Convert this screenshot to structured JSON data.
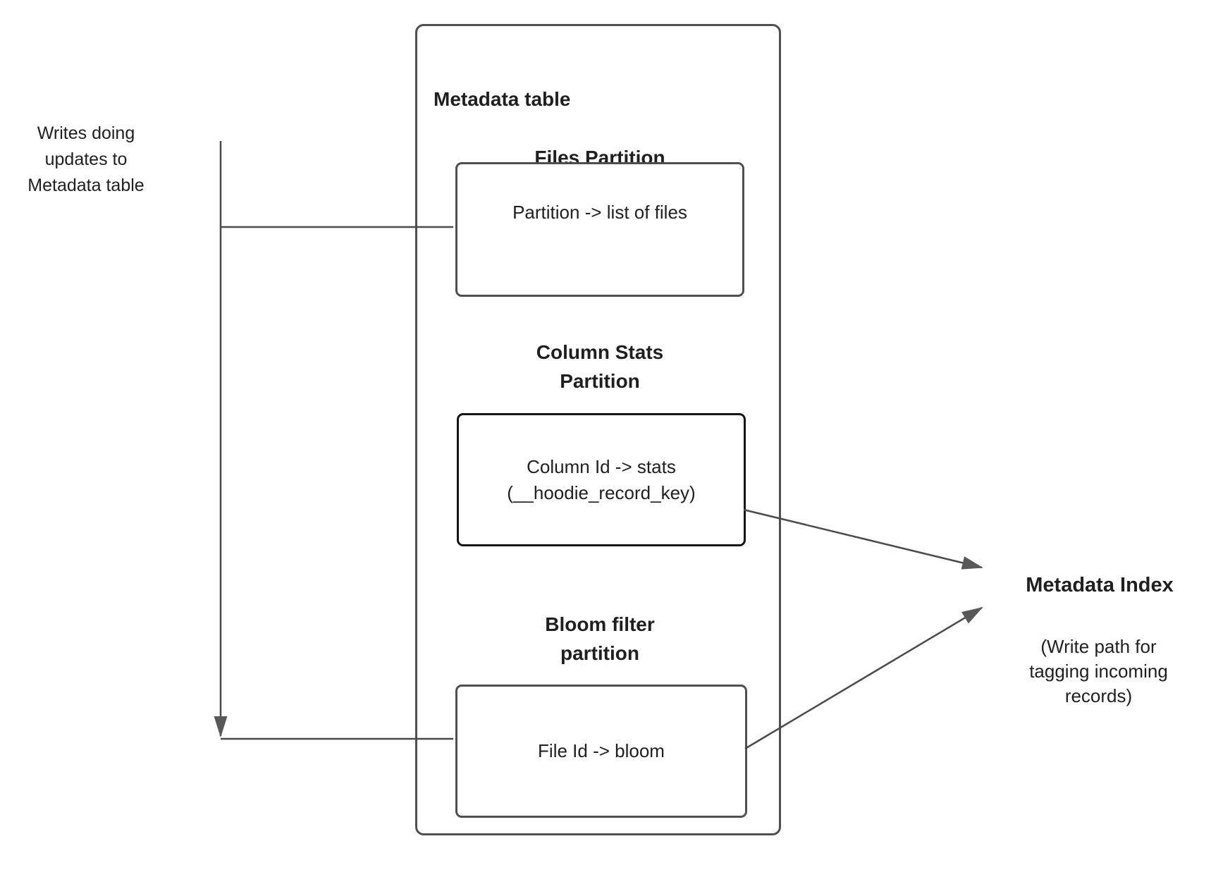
{
  "colors": {
    "background": "#ffffff",
    "text": "#1f1f1f",
    "box_border": "#4f4f4f",
    "stats_box_border": "#141414",
    "connector_line": "#4a4a4a",
    "arrowhead_fill": "#595959"
  },
  "writes_note": {
    "lines": [
      "Writes doing",
      "updates to",
      "Metadata table"
    ]
  },
  "metadata_table": {
    "title": "Metadata table",
    "sections": [
      {
        "heading_lines": [
          "Files Partition"
        ],
        "box_lines": [
          "Partition -> list of files"
        ]
      },
      {
        "heading_lines": [
          "Column Stats",
          "Partition"
        ],
        "box_lines": [
          "Column Id  -> stats",
          "(__hoodie_record_key)"
        ]
      },
      {
        "heading_lines": [
          "Bloom filter",
          "partition"
        ],
        "box_lines": [
          "File Id -> bloom"
        ]
      }
    ]
  },
  "metadata_index": {
    "title": "Metadata Index",
    "subtitle_lines": [
      "(Write path for",
      "tagging incoming",
      "records)"
    ]
  }
}
